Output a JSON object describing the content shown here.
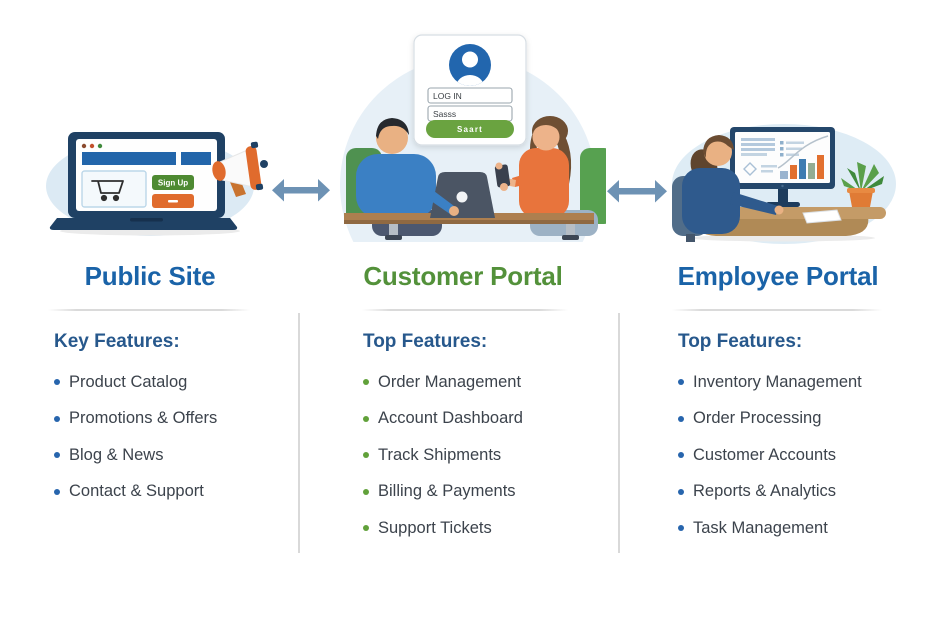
{
  "page": {
    "background": "#ffffff"
  },
  "palette": {
    "title_blue": "#1a63a8",
    "title_green": "#53913a",
    "heading_blue": "#27588c",
    "body_text": "#3c434c",
    "bullet_blue": "#2765ad",
    "bullet_green": "#61a13a",
    "arrow": "#6d92b4",
    "divider": "#d9d9d9"
  },
  "columns": [
    {
      "title": "Public Site",
      "heading": "Key Features:",
      "features": [
        "Product Catalog",
        "Promotions & Offers",
        "Blog & News",
        "Contact & Support"
      ]
    },
    {
      "title": "Customer Portal",
      "heading": "Top Features:",
      "features": [
        "Order Management",
        "Account Dashboard",
        "Track Shipments",
        "Billing & Payments",
        "Support Tickets"
      ]
    },
    {
      "title": "Employee Portal",
      "heading": "Top Features:",
      "features": [
        "Inventory Management",
        "Order Processing",
        "Customer Accounts",
        "Reports & Analytics",
        "Task Management"
      ]
    }
  ],
  "connectors": [
    {
      "type": "double-arrow",
      "between": "Public Site / Customer Portal"
    },
    {
      "type": "double-arrow",
      "between": "Customer Portal / Employee Portal"
    }
  ],
  "illustrations": {
    "public_site": {
      "signup_button": "Sign Up"
    },
    "customer_portal": {
      "login_username": "LOG IN",
      "login_password": "Sasss",
      "login_submit": "Saart"
    }
  }
}
